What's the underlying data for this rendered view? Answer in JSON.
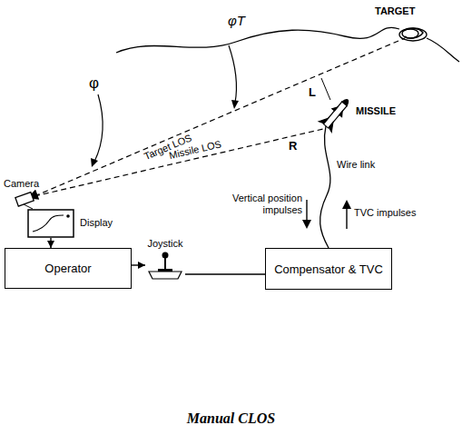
{
  "diagram": {
    "caption": "Manual CLOS",
    "nodes": [
      {
        "text": [
          "Display"
        ]
      },
      {
        "text": [
          "Operator"
        ]
      },
      {
        "text": [
          "Joystick"
        ]
      },
      {
        "text": [
          "Compensator & TVC"
        ]
      }
    ],
    "edges": [
      {
        "from": 0,
        "to": 1,
        "arrow": "to"
      },
      {
        "from": 1,
        "to": 2,
        "arrow": "to"
      },
      {
        "from": 2,
        "to": 3,
        "arrow": "none"
      }
    ],
    "labels": [
      "TARGET",
      "φT",
      "φ",
      "Target LOS",
      "Missile LOS",
      "L",
      "R",
      "MISSILE",
      "Camera",
      "Wire link",
      "Vertical position impulses",
      "TVC impulses"
    ]
  }
}
